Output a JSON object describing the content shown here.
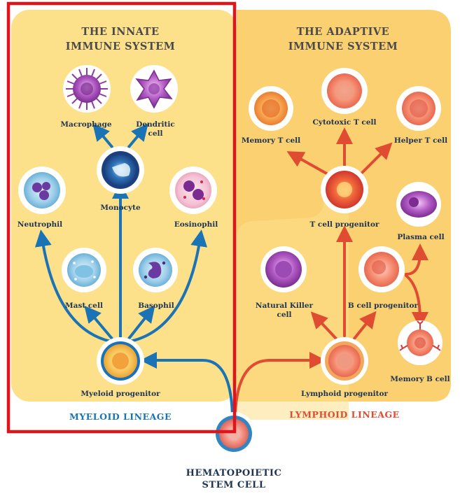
{
  "innate": {
    "title_line1": "THE INNATE",
    "title_line2": "IMMUNE SYSTEM",
    "lineage": "MYELOID LINEAGE",
    "cells": {
      "macrophage": "Macrophage",
      "dendritic_line1": "Dendritic",
      "dendritic_line2": "cell",
      "monocyte": "Monocyte",
      "neutrophil": "Neutrophil",
      "eosinophil": "Eosinophil",
      "mast": "Mast cell",
      "basophil": "Basophil",
      "myeloid_progenitor": "Myeloid progenitor"
    }
  },
  "adaptive": {
    "title_line1": "THE ADAPTIVE",
    "title_line2": "IMMUNE SYSTEM",
    "lineage": "LYMPHOID LINEAGE",
    "cells": {
      "memory_t": "Memory T cell",
      "cytotoxic_t": "Cytotoxic T cell",
      "helper_t": "Helper T cell",
      "t_progenitor": "T cell progenitor",
      "plasma": "Plasma cell",
      "nk_line1": "Natural Killer",
      "nk_line2": "cell",
      "b_progenitor": "B cell progenitor",
      "memory_b": "Memory B cell",
      "lymphoid_progenitor": "Lymphoid progenitor"
    }
  },
  "stem": {
    "line1": "HEMATOPOIETIC",
    "line2": "STEM CELL"
  },
  "colors": {
    "innate_panel": "#fde08a",
    "adaptive_panel": "#fbd071",
    "myeloid_arrow": "#1a73b5",
    "lymphoid_arrow": "#e04c32",
    "highlight_box": "#e0141a",
    "myeloid_lineage_text": "#1a73b5",
    "lymphoid_lineage_text": "#e04c32"
  }
}
